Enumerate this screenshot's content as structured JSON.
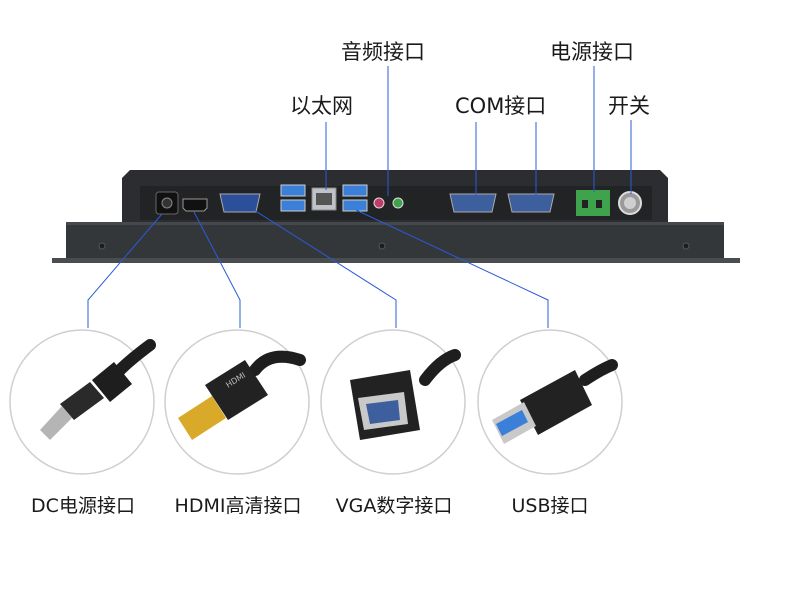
{
  "top_labels": {
    "audio": "音频接口",
    "power": "电源接口",
    "ethernet": "以太网",
    "com": "COM接口",
    "switch": "开关"
  },
  "bottom_labels": {
    "dc": "DC电源接口",
    "hdmi": "HDMI高清接口",
    "vga": "VGA数字接口",
    "usb": "USB接口"
  },
  "colors": {
    "leader_line": "#2a5bd7",
    "device_body": "#2b2d30",
    "usb_port": "#3b7fd9",
    "power_terminal": "#3fa34d",
    "circle_border": "#cfcfcf"
  },
  "icons": {
    "dc_plug": "dc-plug-icon",
    "hdmi_cable": "hdmi-cable-icon",
    "vga_cable": "vga-cable-icon",
    "usb_cable": "usb-cable-icon"
  }
}
